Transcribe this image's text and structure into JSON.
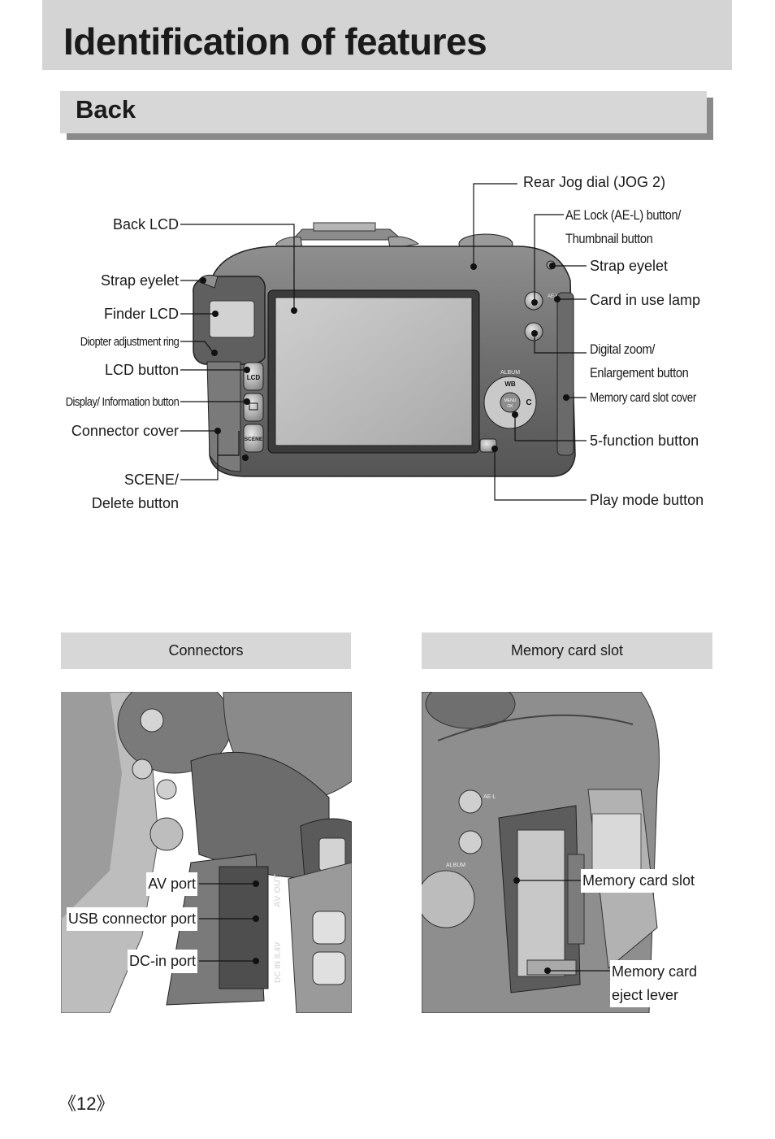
{
  "page": {
    "title": "Identification of features",
    "section": "Back",
    "page_number": "《12》"
  },
  "back_labels_left": {
    "back_lcd": "Back LCD",
    "strap_eyelet": "Strap eyelet",
    "finder_lcd": "Finder LCD",
    "diopter": "Diopter adjustment ring",
    "lcd_button": "LCD button",
    "display_info": "Display/  Information  button",
    "connector_cover": "Connector cover",
    "scene_delete_1": "SCENE/",
    "scene_delete_2": "Delete button"
  },
  "back_labels_right": {
    "rear_jog": "Rear Jog dial (JOG 2)",
    "ae_lock_1": "AE Lock (AE-L) button/",
    "ae_lock_2": "Thumbnail button",
    "strap_eyelet": "Strap eyelet",
    "card_lamp": "Card in use lamp",
    "digital_zoom_1": "Digital zoom/",
    "digital_zoom_2": "Enlargement button",
    "memory_cover": "Memory card slot cover",
    "five_function": "5-function button",
    "play_mode": "Play mode button"
  },
  "camera_markings": {
    "lcd": "LCD",
    "scene": "SCENE",
    "album": "ALBUM",
    "wb": "WB",
    "menu": "MENU",
    "ok": "OK",
    "c": "C",
    "ae_l": "AE-L",
    "av_out": "AV OUT",
    "dc_in": "DC IN 8.4V"
  },
  "connectors": {
    "heading": "Connectors",
    "av_port": "AV port",
    "usb_port": "USB connector port",
    "dc_in": "DC-in port"
  },
  "memory_card": {
    "heading": "Memory card slot",
    "slot": "Memory card slot",
    "eject_1": "Memory card",
    "eject_2": "eject lever"
  }
}
